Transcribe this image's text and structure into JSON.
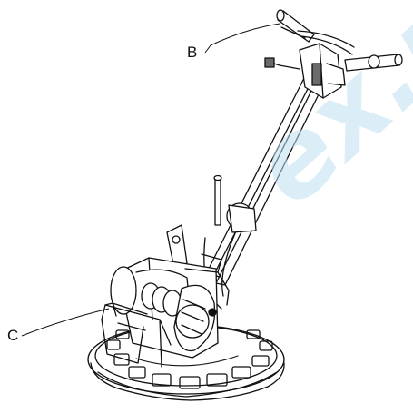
{
  "callouts": [
    {
      "id": "B",
      "label": "B"
    },
    {
      "id": "C",
      "label": "C"
    }
  ],
  "watermark": {
    "text": "ex.ne",
    "color": "#bedeee"
  },
  "colors": {
    "line": "#111111",
    "paper": "#ffffff",
    "shade": "#6b6b6b"
  }
}
